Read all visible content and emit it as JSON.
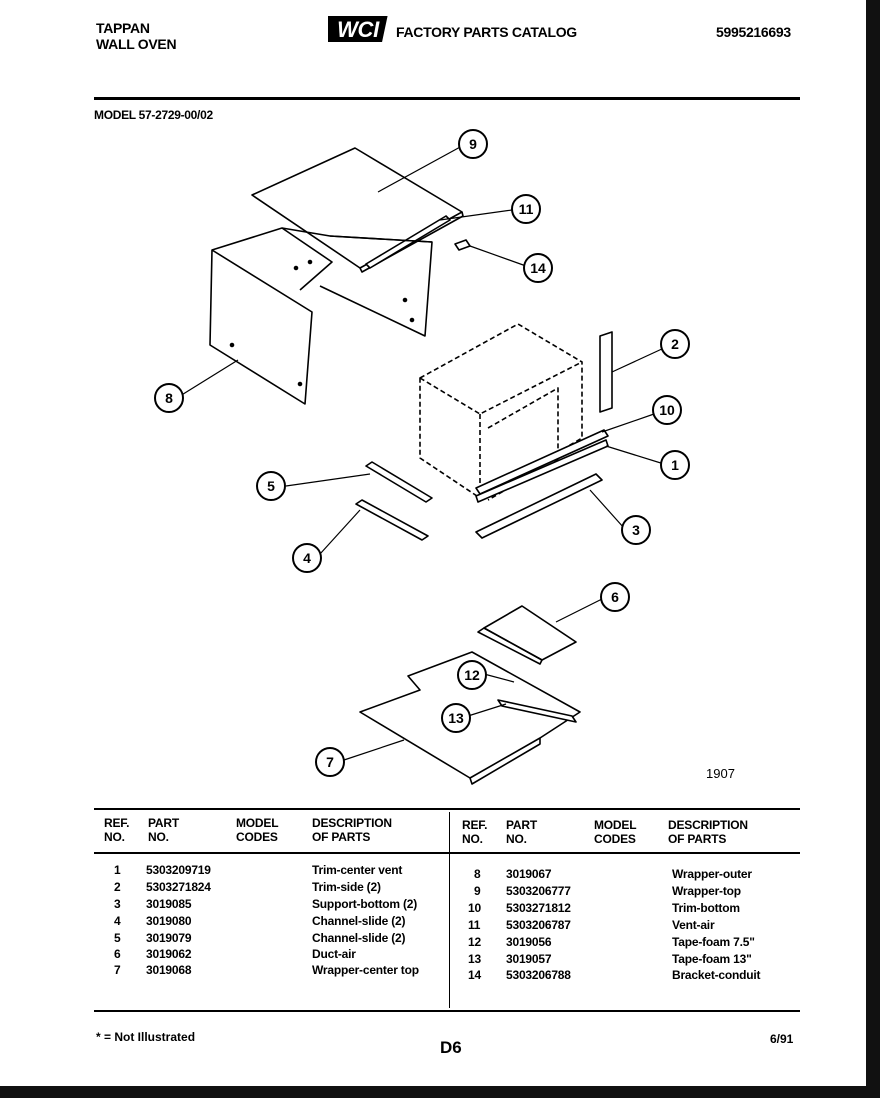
{
  "header": {
    "brand_line1": "TAPPAN",
    "brand_line2": "WALL OVEN",
    "logo_text": "WCI",
    "catalog_title": "FACTORY PARTS CATALOG",
    "doc_number": "5995216693"
  },
  "model_label": "MODEL 57-2729-00/02",
  "figure_number": "1907",
  "callouts": [
    "1",
    "2",
    "3",
    "4",
    "5",
    "6",
    "7",
    "8",
    "9",
    "10",
    "11",
    "12",
    "13",
    "14"
  ],
  "table": {
    "headers": {
      "ref_1": "REF.",
      "ref_2": "NO.",
      "part_1": "PART",
      "part_2": "NO.",
      "model_1": "MODEL",
      "model_2": "CODES",
      "desc_1": "DESCRIPTION",
      "desc_2": "OF PARTS"
    },
    "left_rows": [
      {
        "ref": "1",
        "part": "5303209719",
        "desc": "Trim-center vent"
      },
      {
        "ref": "2",
        "part": "5303271824",
        "desc": "Trim-side (2)"
      },
      {
        "ref": "3",
        "part": "3019085",
        "desc": "Support-bottom (2)"
      },
      {
        "ref": "4",
        "part": "3019080",
        "desc": "Channel-slide (2)"
      },
      {
        "ref": "5",
        "part": "3019079",
        "desc": "Channel-slide (2)"
      },
      {
        "ref": "6",
        "part": "3019062",
        "desc": "Duct-air"
      },
      {
        "ref": "7",
        "part": "3019068",
        "desc": "Wrapper-center top"
      }
    ],
    "right_rows": [
      {
        "ref": "8",
        "part": "3019067",
        "desc": "Wrapper-outer"
      },
      {
        "ref": "9",
        "part": "5303206777",
        "desc": "Wrapper-top"
      },
      {
        "ref": "10",
        "part": "5303271812",
        "desc": "Trim-bottom"
      },
      {
        "ref": "11",
        "part": "5303206787",
        "desc": "Vent-air"
      },
      {
        "ref": "12",
        "part": "3019056",
        "desc": "Tape-foam 7.5\""
      },
      {
        "ref": "13",
        "part": "3019057",
        "desc": "Tape-foam 13\""
      },
      {
        "ref": "14",
        "part": "5303206788",
        "desc": "Bracket-conduit"
      }
    ]
  },
  "footer": {
    "note": "* = Not Illustrated",
    "page": "D6",
    "date": "6/91"
  }
}
